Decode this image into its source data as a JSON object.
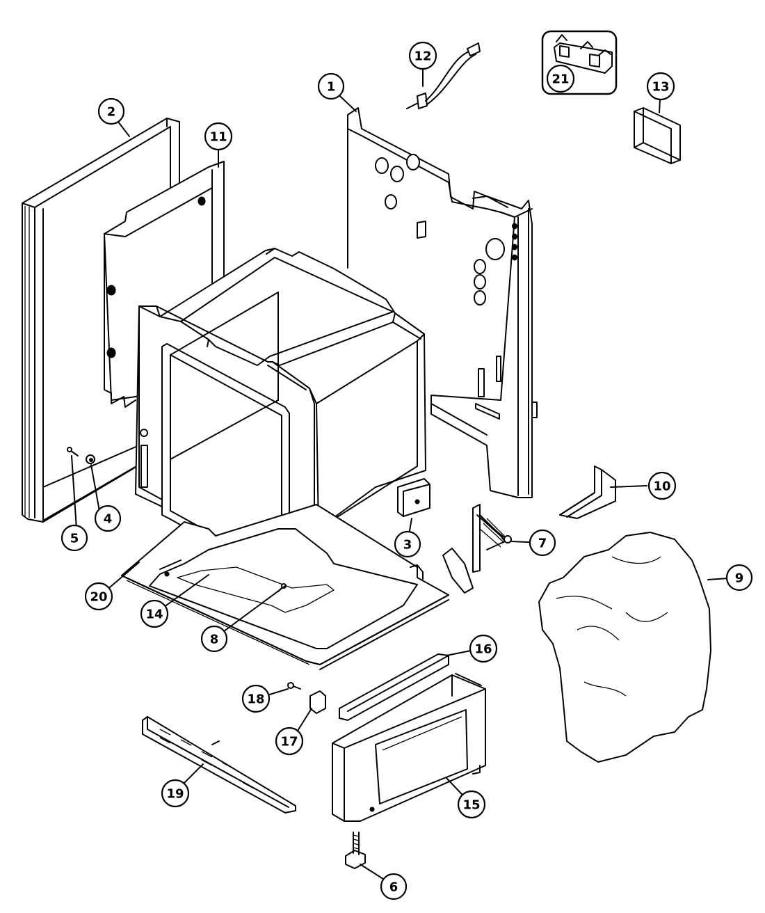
{
  "diagram": {
    "type": "exploded-parts-diagram",
    "part_numbers": [
      "1",
      "2",
      "3",
      "4",
      "5",
      "6",
      "7",
      "8",
      "9",
      "10",
      "11",
      "12",
      "13",
      "14",
      "15",
      "16",
      "17",
      "18",
      "19",
      "20",
      "21"
    ]
  }
}
